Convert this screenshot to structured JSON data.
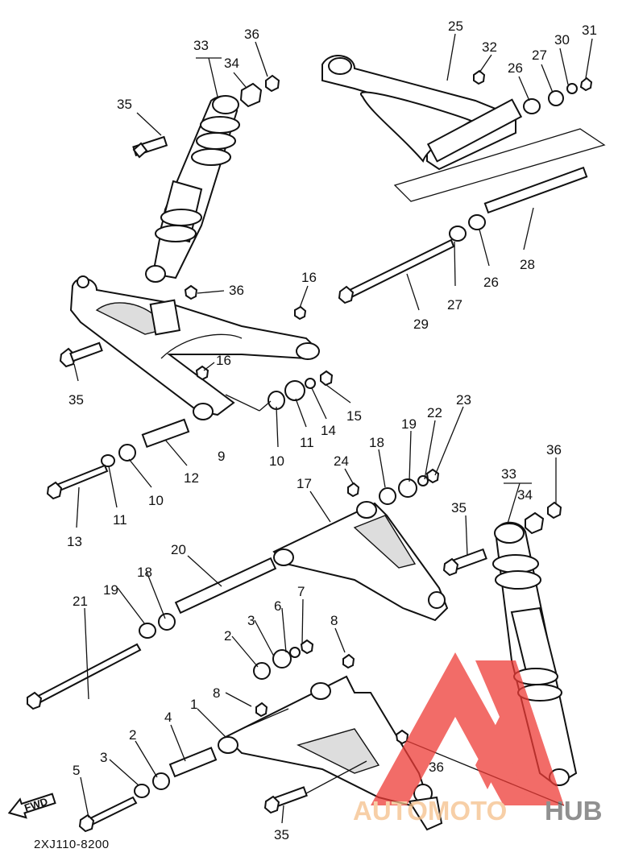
{
  "callouts": [
    {
      "text": "33"
    },
    {
      "text": "36"
    },
    {
      "text": "34"
    },
    {
      "text": "35"
    },
    {
      "text": "25"
    },
    {
      "text": "32"
    },
    {
      "text": "30"
    },
    {
      "text": "31"
    },
    {
      "text": "27"
    },
    {
      "text": "26"
    },
    {
      "text": "36"
    },
    {
      "text": "16"
    },
    {
      "text": "35"
    },
    {
      "text": "16"
    },
    {
      "text": "28"
    },
    {
      "text": "27"
    },
    {
      "text": "26"
    },
    {
      "text": "29"
    },
    {
      "text": "9"
    },
    {
      "text": "10"
    },
    {
      "text": "11"
    },
    {
      "text": "14"
    },
    {
      "text": "15"
    },
    {
      "text": "12"
    },
    {
      "text": "10"
    },
    {
      "text": "11"
    },
    {
      "text": "13"
    },
    {
      "text": "23"
    },
    {
      "text": "22"
    },
    {
      "text": "19"
    },
    {
      "text": "18"
    },
    {
      "text": "24"
    },
    {
      "text": "17"
    },
    {
      "text": "36"
    },
    {
      "text": "33"
    },
    {
      "text": "34"
    },
    {
      "text": "35"
    },
    {
      "text": "20"
    },
    {
      "text": "21"
    },
    {
      "text": "19"
    },
    {
      "text": "18"
    },
    {
      "text": "7"
    },
    {
      "text": "6"
    },
    {
      "text": "3"
    },
    {
      "text": "2"
    },
    {
      "text": "8"
    },
    {
      "text": "8"
    },
    {
      "text": "1"
    },
    {
      "text": "4"
    },
    {
      "text": "2"
    },
    {
      "text": "3"
    },
    {
      "text": "5"
    },
    {
      "text": "36"
    },
    {
      "text": "35"
    }
  ],
  "diagram_code": "2XJ110-8200",
  "fwd_label": "FWD",
  "watermark": {
    "part1": "AUTOMOTO",
    "part2": "HUB",
    "color1": "#f5c08a",
    "color2": "#6b6b6b",
    "logo_color": "#ee3b36"
  }
}
